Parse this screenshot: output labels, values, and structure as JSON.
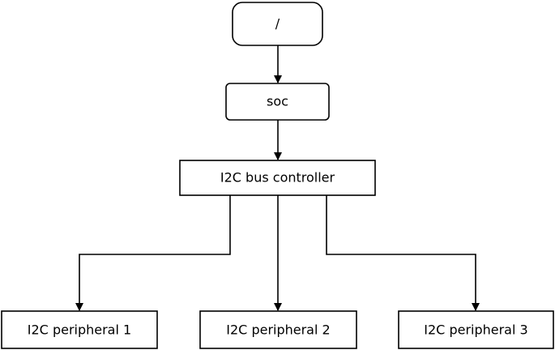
{
  "diagram": {
    "nodes": {
      "root": {
        "label": "/"
      },
      "soc": {
        "label": "soc"
      },
      "i2c_bus_controller": {
        "label": "I2C bus controller"
      },
      "peripheral_1": {
        "label": "I2C peripheral 1"
      },
      "peripheral_2": {
        "label": "I2C peripheral 2"
      },
      "peripheral_3": {
        "label": "I2C peripheral 3"
      }
    },
    "edges": [
      {
        "from": "root",
        "to": "soc"
      },
      {
        "from": "soc",
        "to": "i2c_bus_controller"
      },
      {
        "from": "i2c_bus_controller",
        "to": "peripheral_1"
      },
      {
        "from": "i2c_bus_controller",
        "to": "peripheral_2"
      },
      {
        "from": "i2c_bus_controller",
        "to": "peripheral_3"
      }
    ],
    "colors": {
      "stroke": "#000000",
      "fill": "#ffffff",
      "text": "#000000"
    }
  }
}
